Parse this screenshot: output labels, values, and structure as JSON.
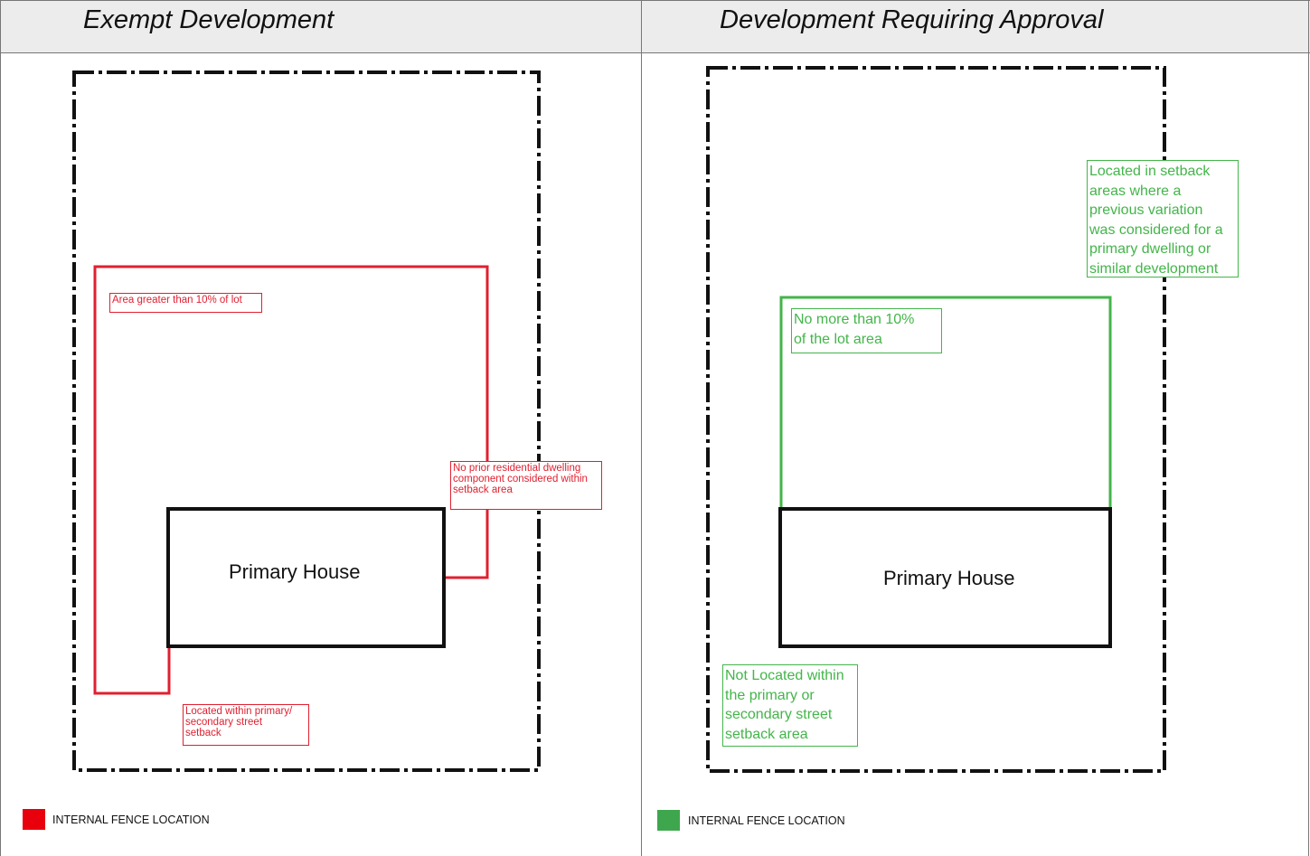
{
  "columns": [
    {
      "title": "Exempt Development",
      "house_label": "Primary House",
      "notes": {
        "area": "Area greater than 10% of lot",
        "prior": "No prior residential dwelling\ncomponent considered within\nsetback area",
        "located": "Located within primary/\nsecondary street\nsetback"
      },
      "legend": {
        "label": "INTERNAL FENCE LOCATION",
        "color": "#e8000d"
      },
      "fence_color": "#e02030"
    },
    {
      "title": "Development Requiring Approval",
      "house_label": "Primary House",
      "notes": {
        "setback_variation": "Located in setback\nareas where a\nprevious variation\nwas considered for a\nprimary dwelling or\nsimilar development",
        "area_limit": "No more than 10%\nof the lot area",
        "not_located": "Not Located within\nthe primary or\nsecondary street\nsetback area"
      },
      "legend": {
        "label": "INTERNAL FENCE LOCATION",
        "color": "#3ea74e"
      },
      "fence_color": "#43b54a"
    }
  ]
}
